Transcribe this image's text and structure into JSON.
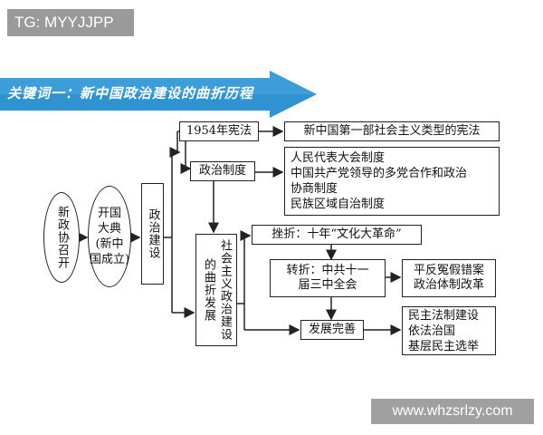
{
  "watermarks": {
    "top_left": "TG: MYYJJPP",
    "bottom_right": "www.whzsrlzy.com"
  },
  "banner": {
    "title": "关键词一：新中国政治建设的曲折历程"
  },
  "nodes": {
    "xinzheng": "新政协召开",
    "kaiguo_lines": [
      "开国",
      "大典",
      "(新中",
      "国成立)"
    ],
    "zhengzhi_jianshe": "政治建设",
    "xianfa_1954": "1954年宪法",
    "xianfa_desc": "新中国第一部社会主义类型的宪法",
    "zhengzhi_zhidu": "政治制度",
    "zhidu_list": [
      "人民代表大会制度",
      "中国共产党领导的多党合作和政治",
      "协商制度",
      "民族区域自治制度"
    ],
    "quzhe": "社会主义政治建设的曲折发展",
    "cuozhe": "挫折：十年“文化大革命”",
    "zhuanzhe_lines": [
      "转折：中共十一",
      "届三中全会"
    ],
    "zhuanzhe_result": [
      "平反冤假错案",
      "政治体制改革"
    ],
    "fazhan": "发展完善",
    "fazhan_result": [
      "民主法制建设",
      "依法治国",
      "基层民主选举"
    ]
  },
  "colors": {
    "banner": "#2f93d2",
    "banner_dark": "#1f6fa8",
    "watermark": "#9a9a9a",
    "line": "#222222"
  }
}
